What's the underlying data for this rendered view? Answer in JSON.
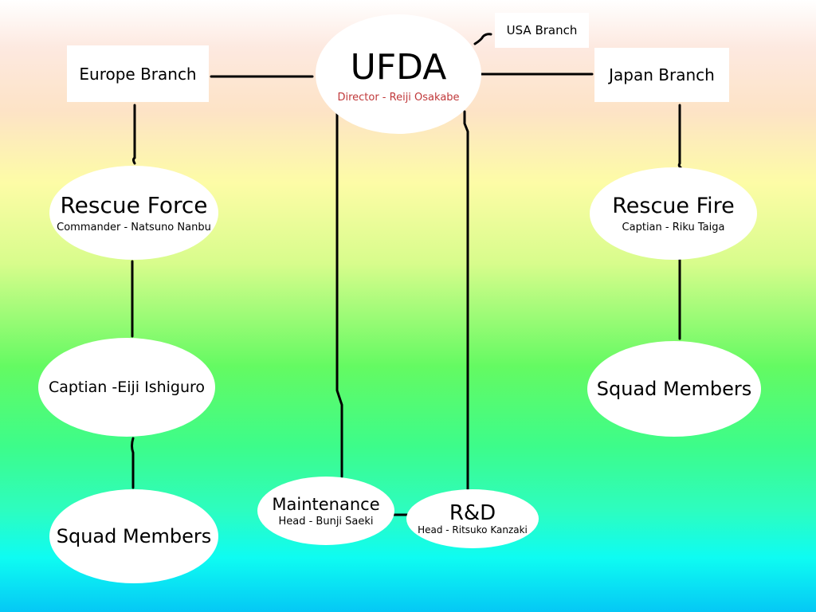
{
  "diagram": {
    "colors": {
      "line": "#000000",
      "node": "#ffffff",
      "director_text": "#c0383a"
    },
    "root": {
      "title": "UFDA",
      "subtitle": "Director - Reiji Osakabe"
    },
    "branches": {
      "usa": "USA Branch",
      "europe": "Europe Branch",
      "japan": "Japan Branch"
    },
    "europe_chain": [
      {
        "title": "Rescue Force",
        "subtitle": "Commander - Natsuno Nanbu"
      },
      {
        "title": "Captian -Eiji Ishiguro"
      },
      {
        "title": "Squad Members"
      }
    ],
    "japan_chain": [
      {
        "title": "Rescue Fire",
        "subtitle": "Captian - Riku Taiga"
      },
      {
        "title": "Squad Members"
      }
    ],
    "departments": [
      {
        "title": "Maintenance",
        "subtitle": "Head - Bunji Saeki"
      },
      {
        "title": "R&D",
        "subtitle": "Head - Ritsuko Kanzaki"
      }
    ]
  }
}
